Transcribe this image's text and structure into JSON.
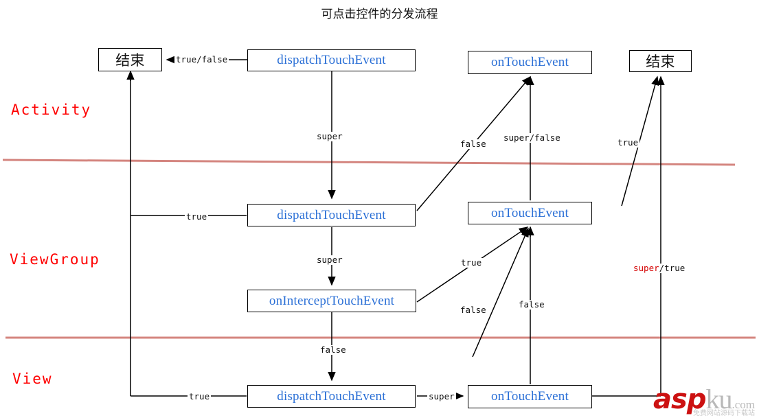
{
  "title": "可点击控件的分发流程",
  "lanes": [
    {
      "id": "activity",
      "label": "Activity"
    },
    {
      "id": "viewgroup",
      "label": "ViewGroup"
    },
    {
      "id": "view",
      "label": "View"
    }
  ],
  "nodes": [
    {
      "id": "act-end-left",
      "label": "结束",
      "kind": "terminal",
      "lane": "activity"
    },
    {
      "id": "act-dispatch",
      "label": "dispatchTouchEvent",
      "kind": "method",
      "lane": "activity"
    },
    {
      "id": "act-ontouch",
      "label": "onTouchEvent",
      "kind": "method",
      "lane": "activity"
    },
    {
      "id": "act-end-right",
      "label": "结束",
      "kind": "terminal",
      "lane": "activity"
    },
    {
      "id": "vg-dispatch",
      "label": "dispatchTouchEvent",
      "kind": "method",
      "lane": "viewgroup"
    },
    {
      "id": "vg-ontouch",
      "label": "onTouchEvent",
      "kind": "method",
      "lane": "viewgroup"
    },
    {
      "id": "vg-intercept",
      "label": "onInterceptTouchEvent",
      "kind": "method",
      "lane": "viewgroup"
    },
    {
      "id": "view-dispatch",
      "label": "dispatchTouchEvent",
      "kind": "method",
      "lane": "view"
    },
    {
      "id": "view-ontouch",
      "label": "onTouchEvent",
      "kind": "method",
      "lane": "view"
    }
  ],
  "edge_labels": [
    {
      "id": "act-dispatch-to-end",
      "text": "true/false"
    },
    {
      "id": "act-dispatch-super",
      "text": "super"
    },
    {
      "id": "vg-ontouch-false-up",
      "text": "false"
    },
    {
      "id": "act-ontouch-superfalse",
      "text": "super/false"
    },
    {
      "id": "act-end-right-true",
      "text": "true"
    },
    {
      "id": "vg-dispatch-true",
      "text": "true"
    },
    {
      "id": "vg-dispatch-super",
      "text": "super"
    },
    {
      "id": "vg-intercept-true",
      "text": "true"
    },
    {
      "id": "vg-ontouch-false-below",
      "text": "false"
    },
    {
      "id": "view-ontouch-false-up",
      "text": "false"
    },
    {
      "id": "vg-ontouch-supertrue",
      "text": "super",
      "text2": "/true",
      "highlight": true
    },
    {
      "id": "vg-intercept-false",
      "text": "false"
    },
    {
      "id": "view-dispatch-true",
      "text": "true"
    },
    {
      "id": "view-dispatch-super",
      "text": "super"
    }
  ],
  "colors": {
    "method_text": "#2a6fd6",
    "lane_label": "#ff0000",
    "lane_divider": "#d4857f",
    "edge": "#000000",
    "highlight": "#d40000"
  },
  "watermark": {
    "brand_red": "asp",
    "brand_gray": "ku",
    "tld": ".com",
    "subtitle": "免费网站源码下载站"
  }
}
